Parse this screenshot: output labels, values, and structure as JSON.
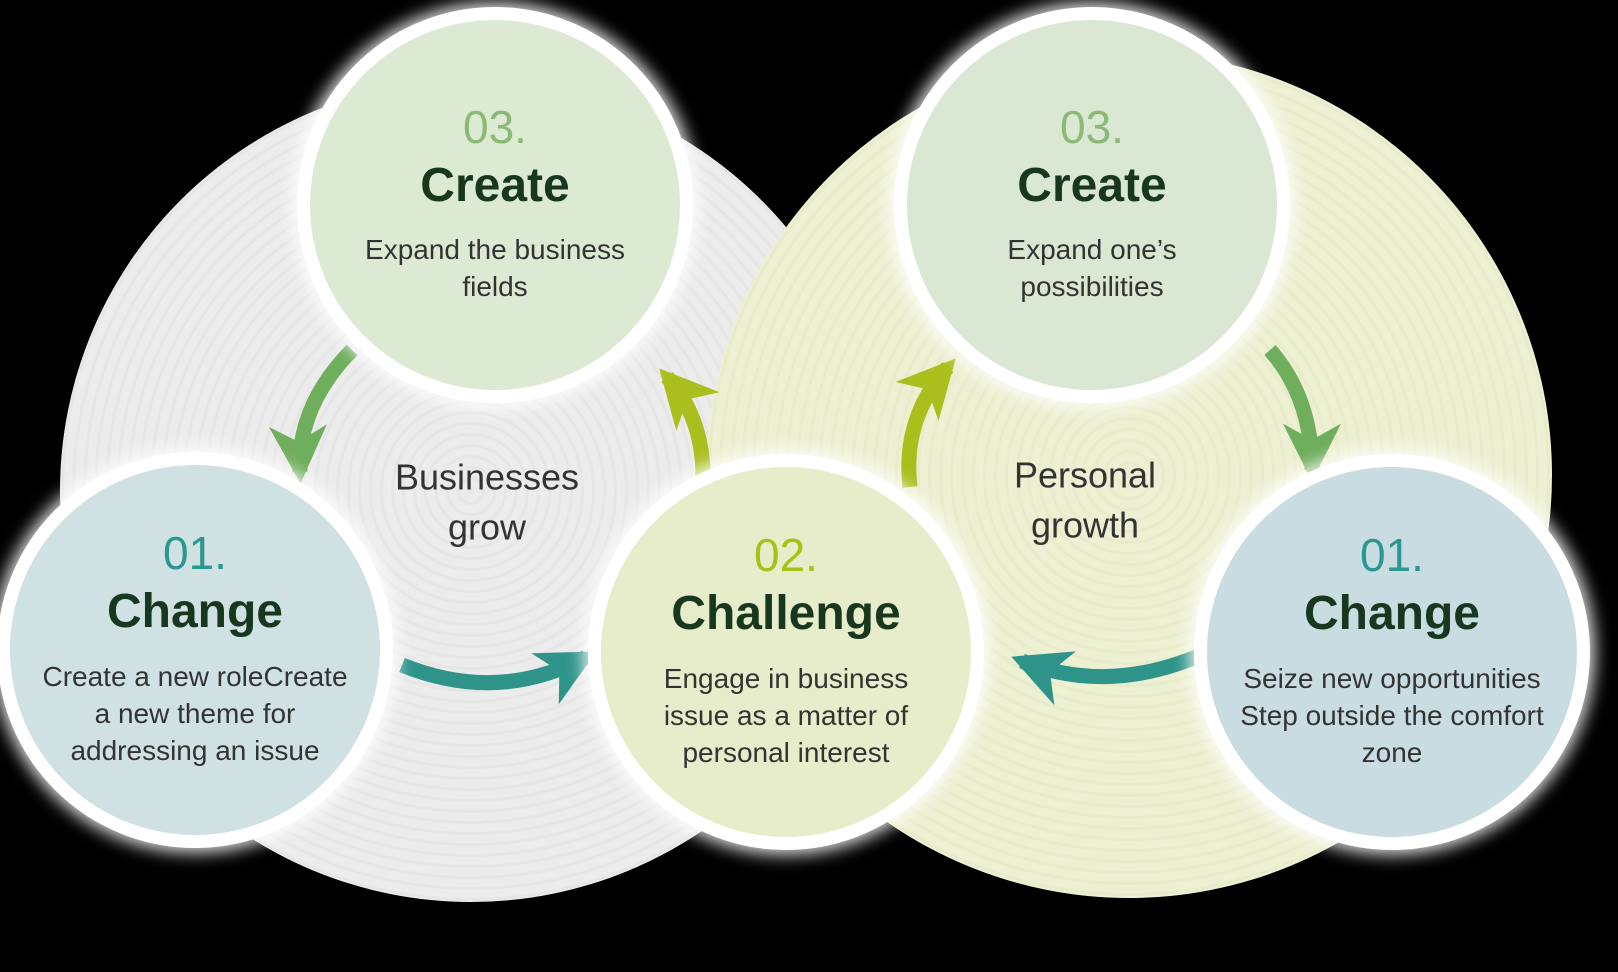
{
  "canvas": {
    "background": "#000000"
  },
  "colors": {
    "arrow_green": "#6fae5c",
    "arrow_teal": "#2e948a",
    "arrow_yellow": "#a9bf1e",
    "heading_text": "#17381f",
    "body_text": "#333333",
    "center_label_text": "#333333",
    "big_circle_business": "#ececec",
    "big_circle_personal": "#edf0d3",
    "circle_ring": "#ffffff"
  },
  "cycles": [
    {
      "label": "Businesses grow"
    },
    {
      "label": "Personal growth"
    }
  ],
  "circles": [
    {
      "number": "03.",
      "number_color": "#8aba74",
      "title": "Create",
      "description": "Expand the business fields",
      "fill": "#dcead3"
    },
    {
      "number": "01.",
      "number_color": "#2a988f",
      "title": "Change",
      "description": "Create a new roleCreate a new theme for addressing an issue",
      "fill": "#cfe1e3"
    },
    {
      "number": "02.",
      "number_color": "#a6c217",
      "title": "Challenge",
      "description": "Engage in business issue as a matter of personal interest",
      "fill": "#e7ecca"
    },
    {
      "number": "03.",
      "number_color": "#8aba74",
      "title": "Create",
      "description": "Expand one’s possibilities",
      "fill": "#d9e7d3"
    },
    {
      "number": "01.",
      "number_color": "#2a988f",
      "title": "Change",
      "description": "Seize new opportunities Step outside the comfort zone",
      "fill": "#c9dce2"
    }
  ]
}
